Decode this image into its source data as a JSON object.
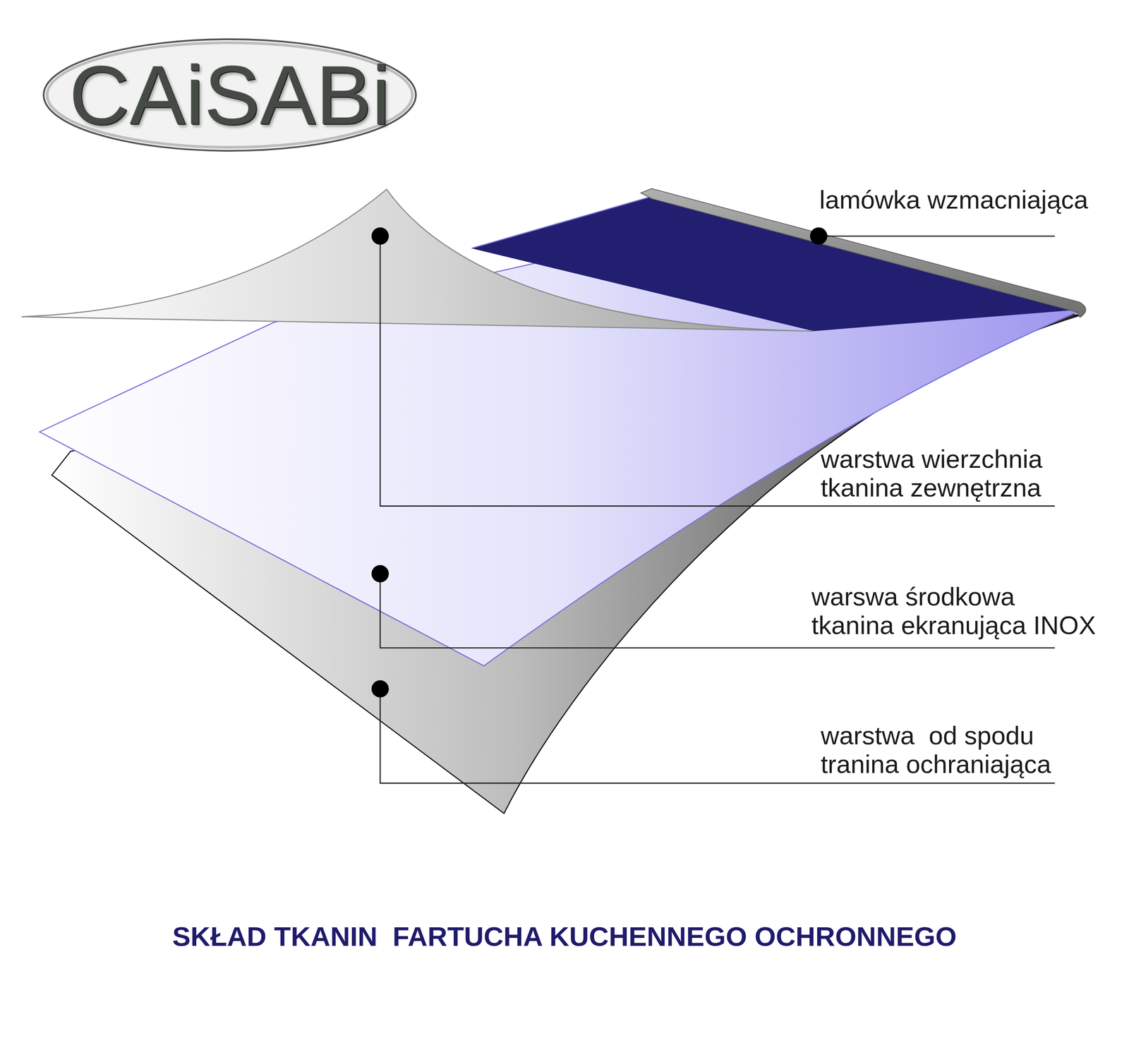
{
  "diagram": {
    "title": "SKŁAD TKANIN  FARTUCHA KUCHENNEGO OCHRONNEGO",
    "nodes": [
      {
        "text": [
          "CAiSABi"
        ]
      }
    ],
    "labels": [
      "lamówka wzmacniająca",
      "warstwa wierzchnia tkanina zewnętrzna",
      "warswa środkowa tkanina ekranująca INOX",
      "warstwa  od spodu tranina ochraniająca"
    ]
  }
}
